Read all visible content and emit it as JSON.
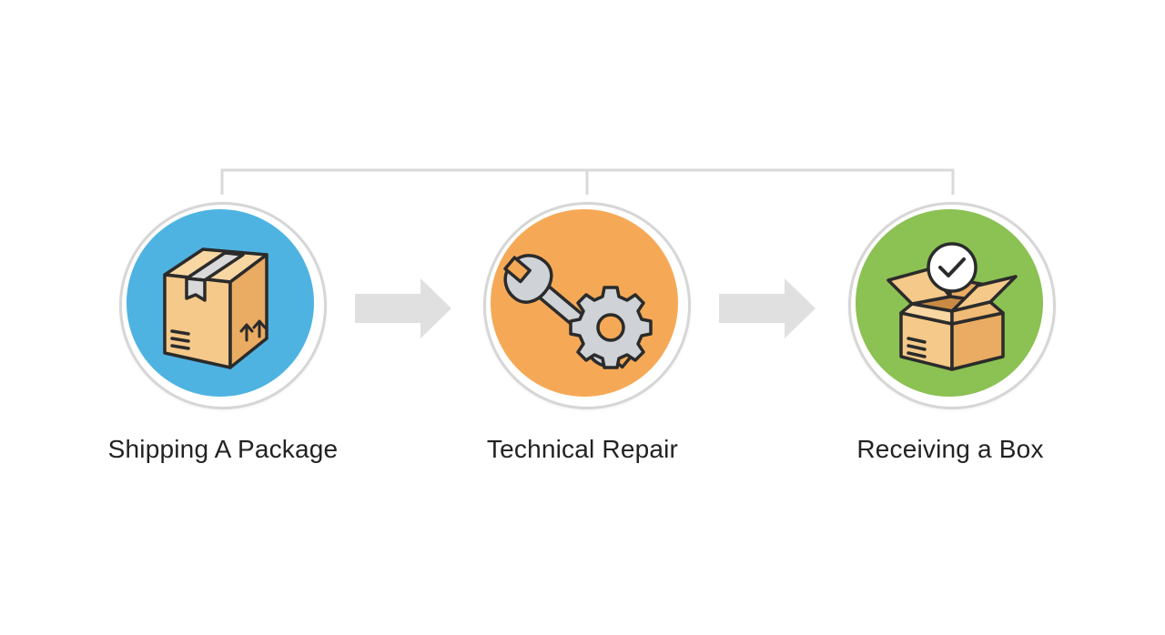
{
  "diagram": {
    "steps": [
      {
        "label": "Shipping A Package",
        "icon": "package-box-icon",
        "color": "#4fb3e2"
      },
      {
        "label": "Technical Repair",
        "icon": "wrench-gear-icon",
        "color": "#f5a957"
      },
      {
        "label": "Receiving a Box",
        "icon": "open-box-check-icon",
        "color": "#8cc153"
      }
    ],
    "colors": {
      "connector": "#d9d9d9",
      "arrow": "#e0e0e0",
      "outline": "#d6d6d6",
      "box": "#f5c98a",
      "box_dark": "#e9ac62",
      "tape": "#d9d9d9",
      "tool": "#cfd2d6",
      "stroke": "#2b2b2b",
      "label": "#222222"
    }
  }
}
